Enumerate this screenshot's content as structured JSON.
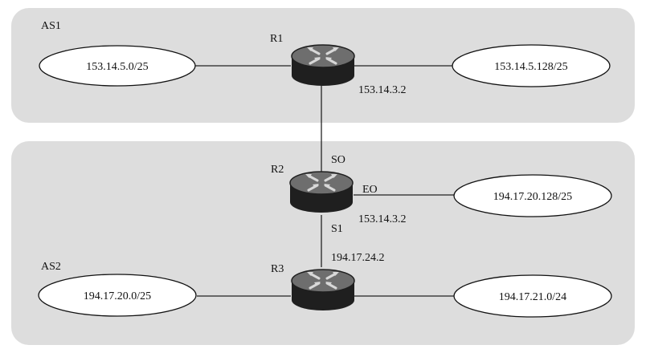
{
  "colors": {
    "as_fill": "#dddddd",
    "link": "#222222",
    "router_top": "#6e6e6e",
    "router_side": "#1f1f1f",
    "router_arrow": "#d8d8d8"
  },
  "areas": {
    "as1": {
      "label": "AS1"
    },
    "as2": {
      "label": "AS2"
    }
  },
  "routers": {
    "r1": {
      "label": "R1",
      "icon": "router-icon"
    },
    "r2": {
      "label": "R2",
      "icon": "router-icon"
    },
    "r3": {
      "label": "R3",
      "icon": "router-icon"
    }
  },
  "networks": {
    "n1": "153.14.5.0/25",
    "n2": "153.14.5.128/25",
    "n3": "194.17.20.128/25",
    "n4": "194.17.20.0/25",
    "n5": "194.17.21.0/24"
  },
  "labels": {
    "r1_addr": "153.14.3.2",
    "r2_s0": "SO",
    "r2_e0": "EO",
    "r2_addr": "153.14.3.2",
    "r2_s1": "S1",
    "r3_addr": "194.17.24.2"
  }
}
